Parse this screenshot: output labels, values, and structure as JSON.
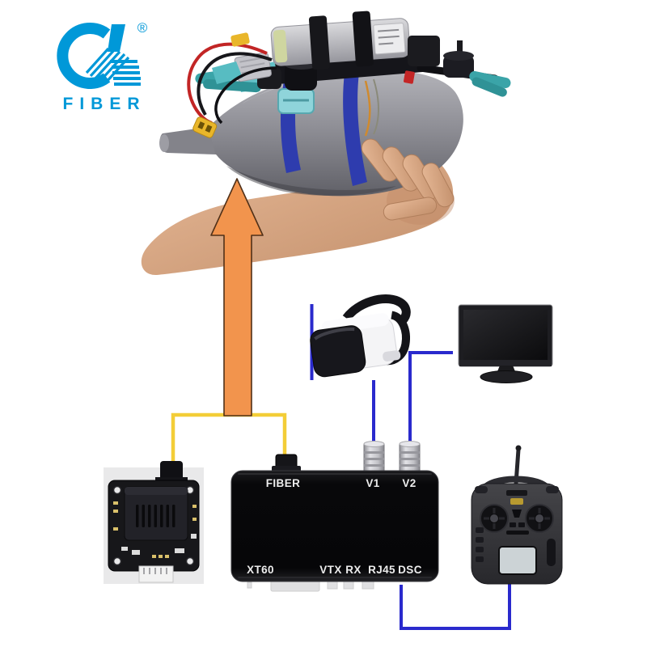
{
  "logo": {
    "brand": "FIBER",
    "registered": "®"
  },
  "figures": {
    "drone_photo": "hand-holding-fiber-spool-fpv-drone",
    "pcb_module": "fiber-air-unit-pcb",
    "goggles": "fpv-goggles",
    "monitor": "hd-monitor",
    "radio": "rc-transmitter",
    "arrow": "up-arrow"
  },
  "device_box": {
    "top_ports": [
      {
        "label": "FIBER"
      },
      {
        "label": "V1"
      },
      {
        "label": "V2"
      }
    ],
    "bottom_ports": [
      {
        "label": "XT60"
      },
      {
        "label": "VTX"
      },
      {
        "label": "RX"
      },
      {
        "label": "RJ45"
      },
      {
        "label": "DSC"
      }
    ]
  },
  "colors": {
    "brand_blue": "#0098d8",
    "fiber_line_yellow": "#f3cd37",
    "video_line_blue": "#2a2acd",
    "arrow_orange": "#f2944d"
  }
}
